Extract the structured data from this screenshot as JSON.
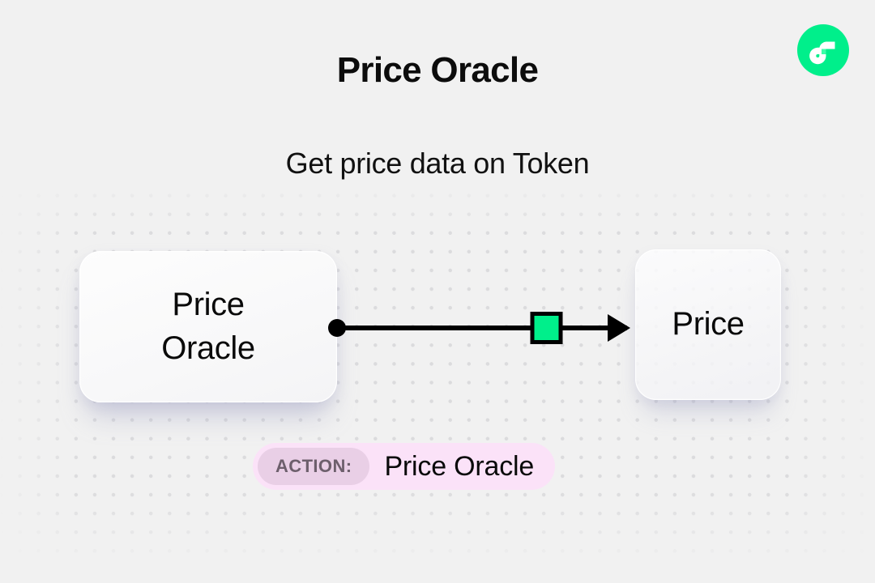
{
  "page": {
    "title": "Price Oracle",
    "subtitle": "Get price data on Token",
    "background_color": "#f1f1f1"
  },
  "brand": {
    "logo_icon": "flow-logo-icon",
    "logo_color": "#00ef8b",
    "logo_mark_color": "#ffffff"
  },
  "diagram": {
    "source_node": {
      "label": "Price\nOracle",
      "icon": "card-node-icon"
    },
    "target_node": {
      "label": "Price",
      "icon": "card-node-icon"
    },
    "connector": {
      "start_dot_icon": "connection-start-dot-icon",
      "midpoint_icon": "connection-midpoint-square-icon",
      "arrow_icon": "arrow-right-icon",
      "line_color": "#000000",
      "midpoint_color": "#00ef8b"
    }
  },
  "action_badge": {
    "tag_label": "ACTION:",
    "value_label": "Price Oracle",
    "background_color": "#fbe2f8",
    "tag_background_color": "#e9cfe6"
  }
}
